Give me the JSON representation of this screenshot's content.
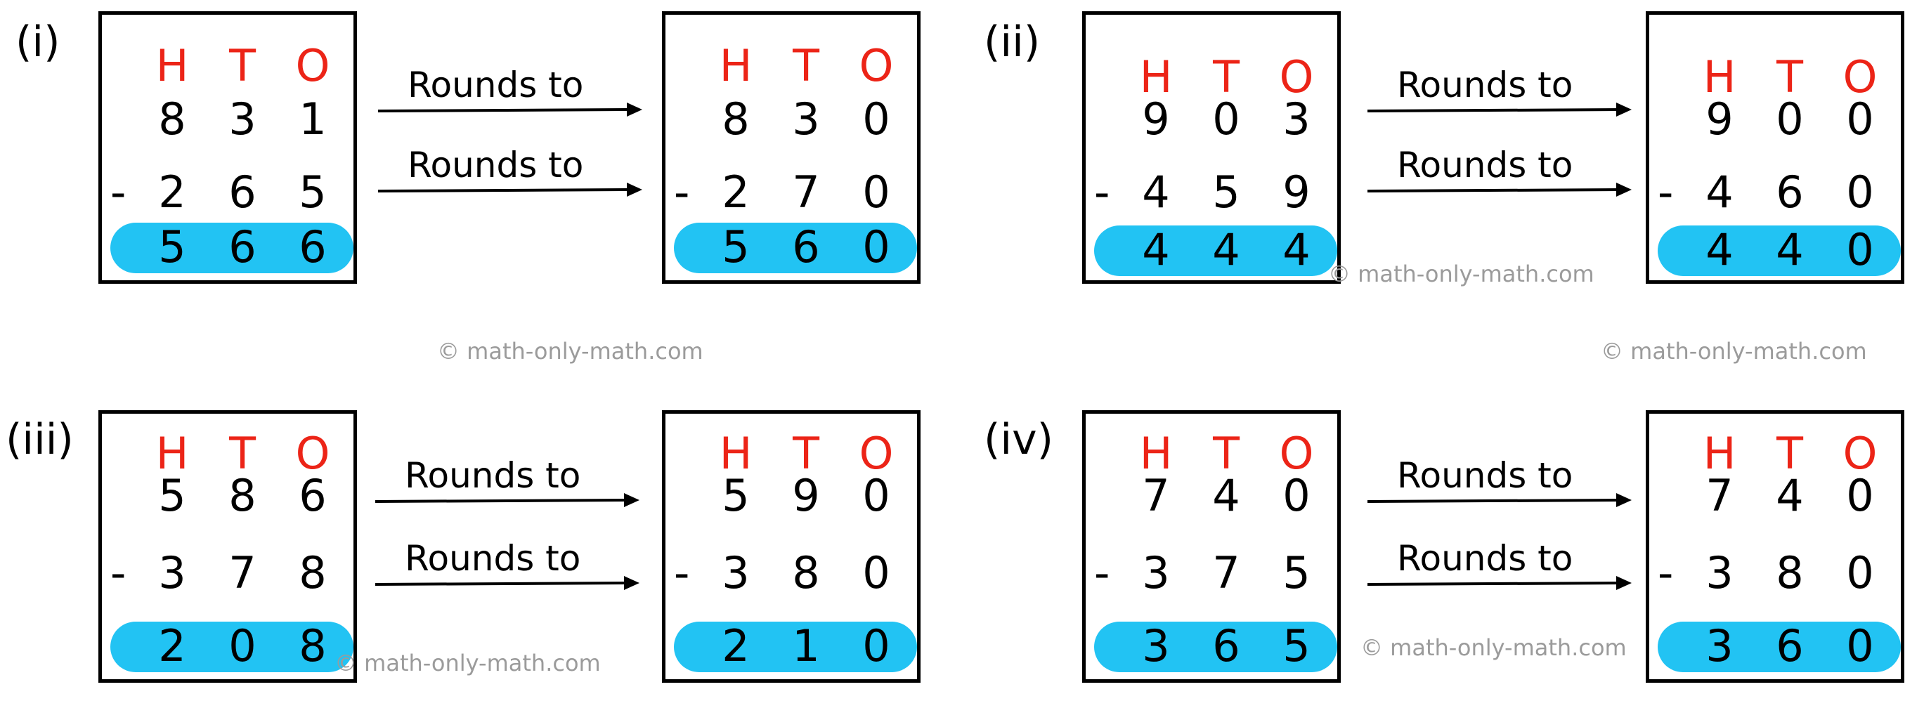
{
  "headers": [
    "H",
    "T",
    "O"
  ],
  "problems": [
    {
      "label": "(i)",
      "left": {
        "top": [
          "8",
          "3",
          "1"
        ],
        "sign": "-",
        "bottom": [
          "2",
          "6",
          "5"
        ],
        "result": [
          "5",
          "6",
          "6"
        ]
      },
      "arrow1": "Rounds to",
      "arrow2": "Rounds to",
      "right": {
        "top": [
          "8",
          "3",
          "0"
        ],
        "sign": "-",
        "bottom": [
          "2",
          "7",
          "0"
        ],
        "result": [
          "5",
          "6",
          "0"
        ]
      }
    },
    {
      "label": "(ii)",
      "left": {
        "top": [
          "9",
          "0",
          "3"
        ],
        "sign": "-",
        "bottom": [
          "4",
          "5",
          "9"
        ],
        "result": [
          "4",
          "4",
          "4"
        ]
      },
      "arrow1": "Rounds to",
      "arrow2": "Rounds to",
      "right": {
        "top": [
          "9",
          "0",
          "0"
        ],
        "sign": "-",
        "bottom": [
          "4",
          "6",
          "0"
        ],
        "result": [
          "4",
          "4",
          "0"
        ]
      }
    },
    {
      "label": "(iii)",
      "left": {
        "top": [
          "5",
          "8",
          "6"
        ],
        "sign": "-",
        "bottom": [
          "3",
          "7",
          "8"
        ],
        "result": [
          "2",
          "0",
          "8"
        ]
      },
      "arrow1": "Rounds to",
      "arrow2": "Rounds to",
      "right": {
        "top": [
          "5",
          "9",
          "0"
        ],
        "sign": "-",
        "bottom": [
          "3",
          "8",
          "0"
        ],
        "result": [
          "2",
          "1",
          "0"
        ]
      }
    },
    {
      "label": "(iv)",
      "left": {
        "top": [
          "7",
          "4",
          "0"
        ],
        "sign": "-",
        "bottom": [
          "3",
          "7",
          "5"
        ],
        "result": [
          "3",
          "6",
          "5"
        ]
      },
      "arrow1": "Rounds to",
      "arrow2": "Rounds to",
      "right": {
        "top": [
          "7",
          "4",
          "0"
        ],
        "sign": "-",
        "bottom": [
          "3",
          "8",
          "0"
        ],
        "result": [
          "3",
          "6",
          "0"
        ]
      }
    }
  ],
  "watermarks": [
    "© math-only-math.com",
    "© math-only-math.com",
    "© math-only-math.com",
    "© math-only-math.com",
    "© math-only-math.com"
  ],
  "colors": {
    "heading": "#ec2417",
    "pill": "#22c3f3",
    "watermark": "#9b9b9b"
  }
}
